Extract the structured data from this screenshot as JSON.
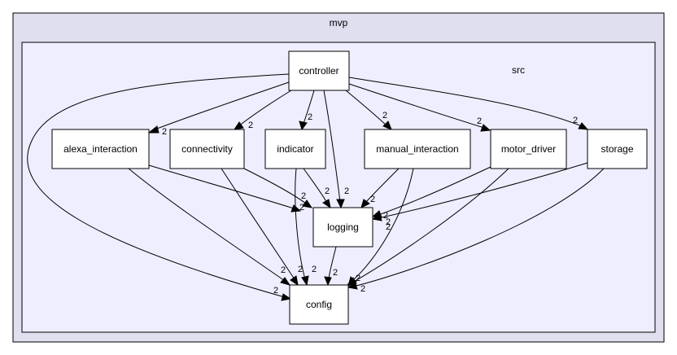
{
  "outer_cluster": {
    "label": "mvp",
    "fill": "#dfdfef",
    "stroke": "#000000"
  },
  "inner_cluster": {
    "label": "src",
    "fill": "#eeeeff",
    "stroke": "#000000"
  },
  "nodes": {
    "controller": "controller",
    "alexa_interaction": "alexa_interaction",
    "connectivity": "connectivity",
    "indicator": "indicator",
    "manual_interaction": "manual_interaction",
    "motor_driver": "motor_driver",
    "storage": "storage",
    "logging": "logging",
    "config": "config"
  },
  "edges": [
    {
      "from": "controller",
      "to": "alexa_interaction",
      "label": "2"
    },
    {
      "from": "controller",
      "to": "connectivity",
      "label": "2"
    },
    {
      "from": "controller",
      "to": "indicator",
      "label": "2"
    },
    {
      "from": "controller",
      "to": "manual_interaction",
      "label": "2"
    },
    {
      "from": "controller",
      "to": "motor_driver",
      "label": "2"
    },
    {
      "from": "controller",
      "to": "storage",
      "label": "2"
    },
    {
      "from": "controller",
      "to": "logging",
      "label": "2"
    },
    {
      "from": "controller",
      "to": "config",
      "label": "2"
    },
    {
      "from": "alexa_interaction",
      "to": "logging",
      "label": "2"
    },
    {
      "from": "alexa_interaction",
      "to": "config",
      "label": "2"
    },
    {
      "from": "connectivity",
      "to": "logging",
      "label": "2"
    },
    {
      "from": "connectivity",
      "to": "config",
      "label": "2"
    },
    {
      "from": "indicator",
      "to": "logging",
      "label": "2"
    },
    {
      "from": "indicator",
      "to": "config",
      "label": "2"
    },
    {
      "from": "manual_interaction",
      "to": "logging",
      "label": "2"
    },
    {
      "from": "manual_interaction",
      "to": "config",
      "label": "2"
    },
    {
      "from": "motor_driver",
      "to": "logging",
      "label": "2"
    },
    {
      "from": "motor_driver",
      "to": "config",
      "label": "2"
    },
    {
      "from": "storage",
      "to": "logging",
      "label": "2"
    },
    {
      "from": "storage",
      "to": "config",
      "label": "2"
    },
    {
      "from": "logging",
      "to": "config",
      "label": "2"
    }
  ]
}
